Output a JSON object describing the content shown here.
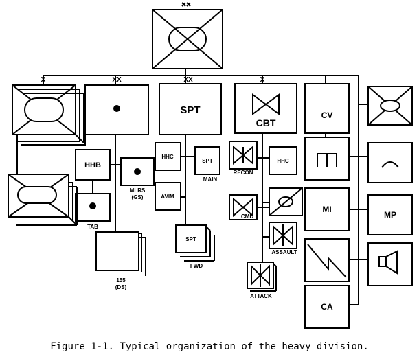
{
  "echelons": {
    "division": "XX",
    "brigade": "X",
    "cav": "X"
  },
  "units": {
    "spt": "SPT",
    "cbt": "CBT",
    "cv": "CV",
    "mi": "MI",
    "mp": "MP",
    "ca": "CA",
    "hhb": "HHB",
    "tab": "TAB",
    "mlrs_1": "MLRS",
    "mlrs_2": "(GS)",
    "dsa_1": "155",
    "dsa_2": "(DS)",
    "hhc": "HHC",
    "avim": "AVIM",
    "spt_main_box": "SPT",
    "spt_main_label": "MAIN",
    "spt_fwd_box": "SPT",
    "spt_fwd_label": "FWD",
    "recon": "RECON",
    "cmd": "CMD",
    "assault": "ASSAULT",
    "attack": "ATTACK"
  },
  "caption": "Figure 1-1. Typical organization of the heavy division."
}
